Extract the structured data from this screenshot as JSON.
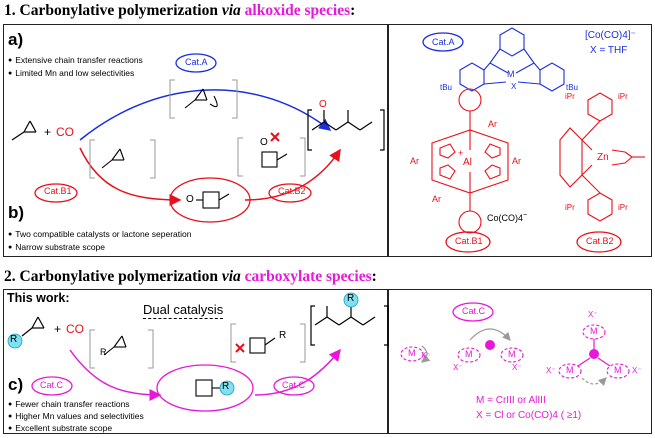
{
  "section1": {
    "number": "1.",
    "title_pre": "Carbonylative polymerization",
    "title_via": "via",
    "title_hl": "alkoxide species",
    "title_end": ":",
    "label_a": "a)",
    "notes_a": [
      "Extensive chain transfer reactions",
      "Limited Mn and low selectivities"
    ],
    "cat_a": "Cat.A",
    "plus": "+",
    "co": "CO",
    "product_o": "O",
    "label_b": "b)",
    "notes_b": [
      "Two compatible catalysts or lactone seperation",
      "Narrow substrate scope"
    ],
    "cat_b1": "Cat.B1",
    "cat_b2": "Cat.B2",
    "ring_o": "O",
    "ring_o2": "O",
    "ar": "Ar",
    "al": "Al",
    "plus_charge": "+",
    "co_anion": "Co(CO)4",
    "minus": "−",
    "ipr": "iPr",
    "zn": "Zn",
    "tbu": "tBu",
    "cat_a_anion": "[Co(CO)4]⁻",
    "cat_a_x": "X = THF",
    "cr": "M",
    "x_lig": "X"
  },
  "section2": {
    "number": "2.",
    "title_pre": "Carbonylative polymerization",
    "title_via": "via",
    "title_hl": "carboxylate species",
    "title_end": ":",
    "this_work": "This work:",
    "dual": "Dual catalysis",
    "r": "R",
    "plus": "+",
    "co": "CO",
    "cat_c": "Cat.C",
    "label_c": "c)",
    "notes_c": [
      "Fewer chain transfer reactions",
      "Higher Mn values and selectivities",
      "Excellent substrate scope"
    ],
    "m_def": "M = CrIII or AlIII",
    "x_def": "X = Cl or Co(CO)4 ( ≥1)",
    "m": "M",
    "x_minus": "X⁻"
  },
  "colors": {
    "red": "#e8101a",
    "blue": "#1a2ee0",
    "magenta": "#e619d8",
    "cyan": "#7fe0f0"
  }
}
